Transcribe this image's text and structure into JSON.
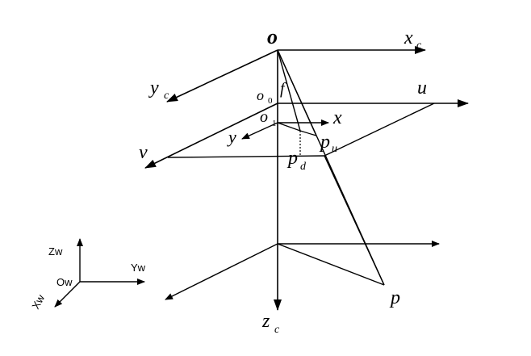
{
  "labels": {
    "o": "o",
    "xc": "x",
    "xc_sub": "c",
    "yc": "y",
    "yc_sub": "c",
    "o0": "o",
    "o0_sub": "0",
    "f": "f",
    "u": "u",
    "o1": "o",
    "o1_sub": "1",
    "x": "x",
    "y": "y",
    "pu": "p",
    "pu_sub": "u",
    "v": "v",
    "pd": "p",
    "pd_sub": "d",
    "p": "p",
    "zc": "z",
    "zc_sub": "c",
    "zw": "Zw",
    "yw": "Yw",
    "ow": "Ow",
    "xw": "Xw"
  },
  "colors": {
    "ink": "#000000",
    "background": "#ffffff"
  }
}
